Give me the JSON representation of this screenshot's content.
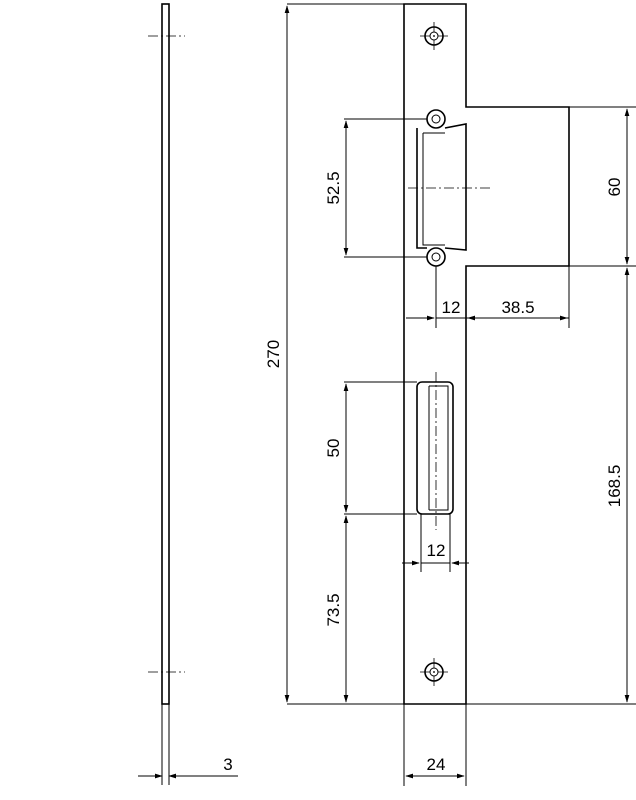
{
  "dimensions": {
    "thickness": "3",
    "width": "24",
    "total_height": "270",
    "strike_opening_height": "52.5",
    "tongue_height": "60",
    "opening_width_top": "12",
    "tongue_width": "38.5",
    "bolt_slot_height": "50",
    "bolt_slot_width": "12",
    "bottom_to_slot": "73.5",
    "bottom_to_tongue": "168.5"
  }
}
